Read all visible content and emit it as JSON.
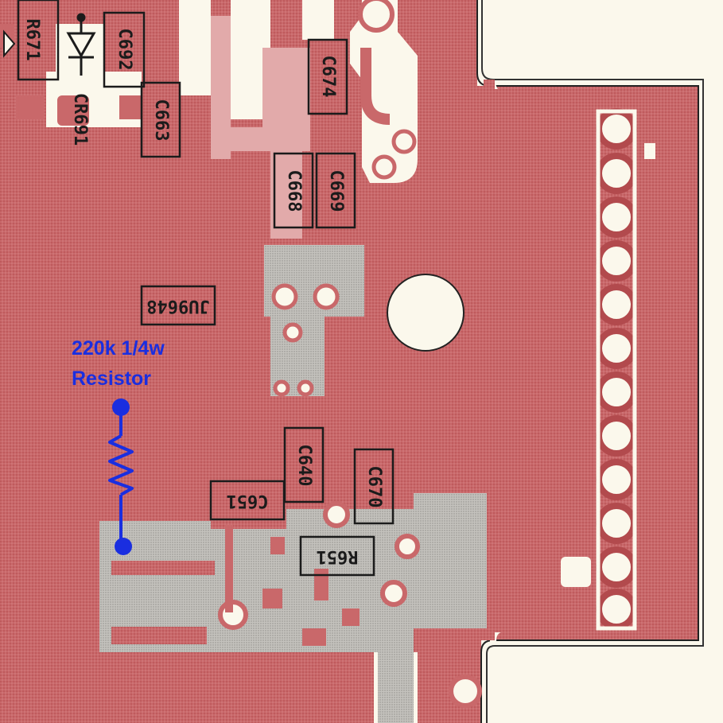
{
  "labels": {
    "r671": "R671",
    "c692": "C692",
    "cr691": "CR691",
    "c663": "C663",
    "c674": "C674",
    "c668": "C668",
    "c669": "C669",
    "ju9648": "JU9648",
    "c640": "C640",
    "c670": "C670",
    "c651": "C651",
    "r651": "R651"
  },
  "annotation": {
    "line1": "220k 1/4w",
    "line2": "Resistor"
  },
  "colors": {
    "copper": "#c9686a",
    "board": "#fbf8ec",
    "silk": "#1b1b1b",
    "ground_plane": "#bdbdbd",
    "annotation": "#1a2ee0"
  }
}
